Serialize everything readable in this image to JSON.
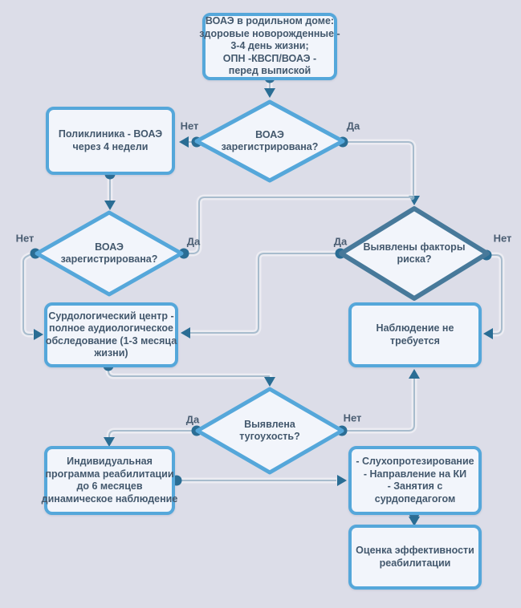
{
  "nodes": {
    "maternity": {
      "label": "ВОАЭ в родильном доме:\nздоровые новорожденные -\n3-4 день жизни;\nОПН -КВСП/ВОАЭ -\nперед выпиской"
    },
    "oae_registered_1": {
      "label": "ВОАЭ\nзарегистрирована?"
    },
    "polyclinic": {
      "label": "Поликлиника - ВОАЭ\nчерез 4 недели"
    },
    "oae_registered_2": {
      "label": "ВОАЭ\nзарегистрирована?"
    },
    "risk_factors": {
      "label": "Выявлены факторы\nриска?"
    },
    "audiology_center": {
      "label": "Сурдологический центр -\nполное аудиологическое\nобследование (1-3 месяца\nжизни)"
    },
    "no_followup": {
      "label": "Наблюдение не\nтребуется"
    },
    "hearing_loss": {
      "label": "Выявлена\nтугоухость?"
    },
    "rehab_program": {
      "label": "Индивидуальная\nпрограмма реабилитации\nдо 6 месяцев\nдинамическое наблюдение"
    },
    "interventions": {
      "label": "- Слухопротезирование\n- Направление на КИ\n- Занятия с\nсурдопедагогом"
    },
    "evaluation": {
      "label": "Оценка эффективности\nреабилитации"
    }
  },
  "edge_labels": {
    "oae1_no": "Нет",
    "oae1_yes": "Да",
    "oae2_no": "Нет",
    "oae2_yes": "Да",
    "risk_yes": "Да",
    "risk_no": "Нет",
    "loss_yes": "Да",
    "loss_no": "Нет"
  },
  "colors": {
    "background": "#dcdde8",
    "node_border": "#55a7da",
    "risk_decision_border": "#47799a",
    "node_fill": "#f2f5fb",
    "text": "#43586d",
    "connector": "#a8bccd",
    "arrow": "#2a6d94",
    "label": "#4a5d72"
  }
}
